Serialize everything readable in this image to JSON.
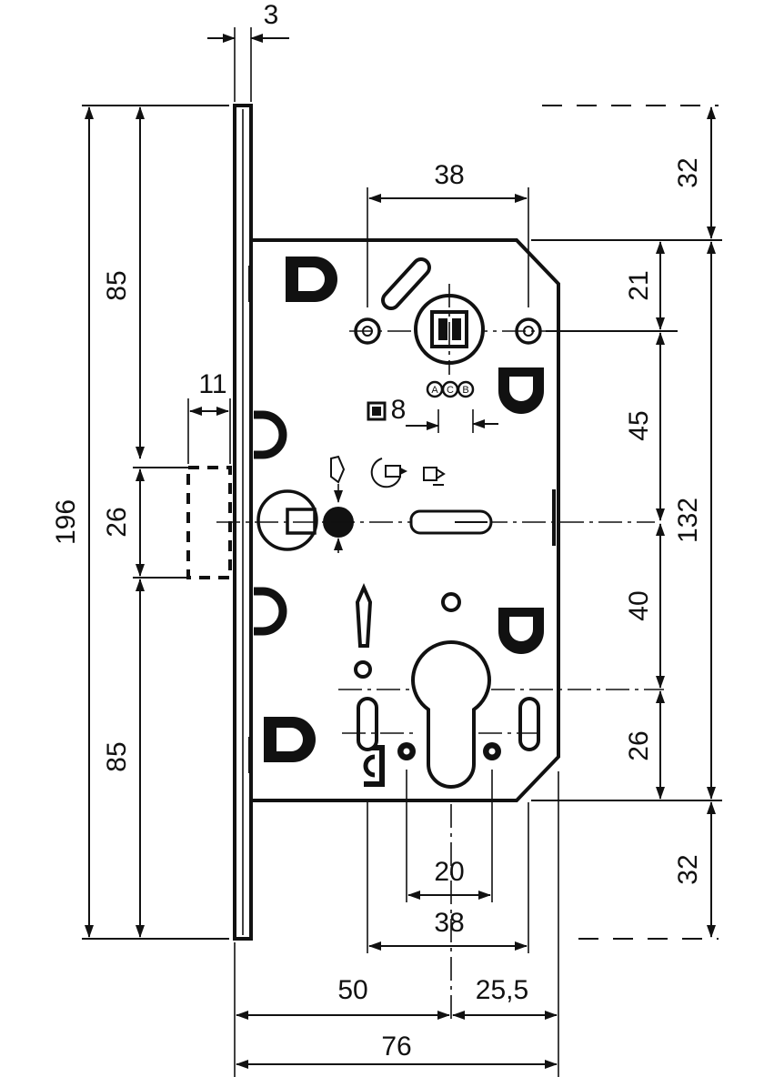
{
  "dimensions": {
    "faceplate_thickness": "3",
    "faceplate_height": "196",
    "upper_to_latch": "85",
    "latch_height": "26",
    "lower_from_latch": "85",
    "latch_projection": "11",
    "top_offset": "32",
    "bottom_offset": "32",
    "spindle_to_top": "21",
    "spindle_to_latch": "45",
    "latch_to_cylinder": "40",
    "cylinder_to_bottom": "26",
    "body_height": "132",
    "spindle_screw_spacing": "38",
    "bottom_screw_spacing": "38",
    "cylinder_screw_spacing": "20",
    "square_spindle": "8",
    "backset": "50",
    "backset_rear": "25,5",
    "total_depth": "76"
  },
  "colors": {
    "line": "#111111",
    "background": "#ffffff"
  },
  "icons": [
    "magnet-latch-icon",
    "reversible-latch-icon",
    "spindle-icon",
    "mounting-hook-icon"
  ]
}
